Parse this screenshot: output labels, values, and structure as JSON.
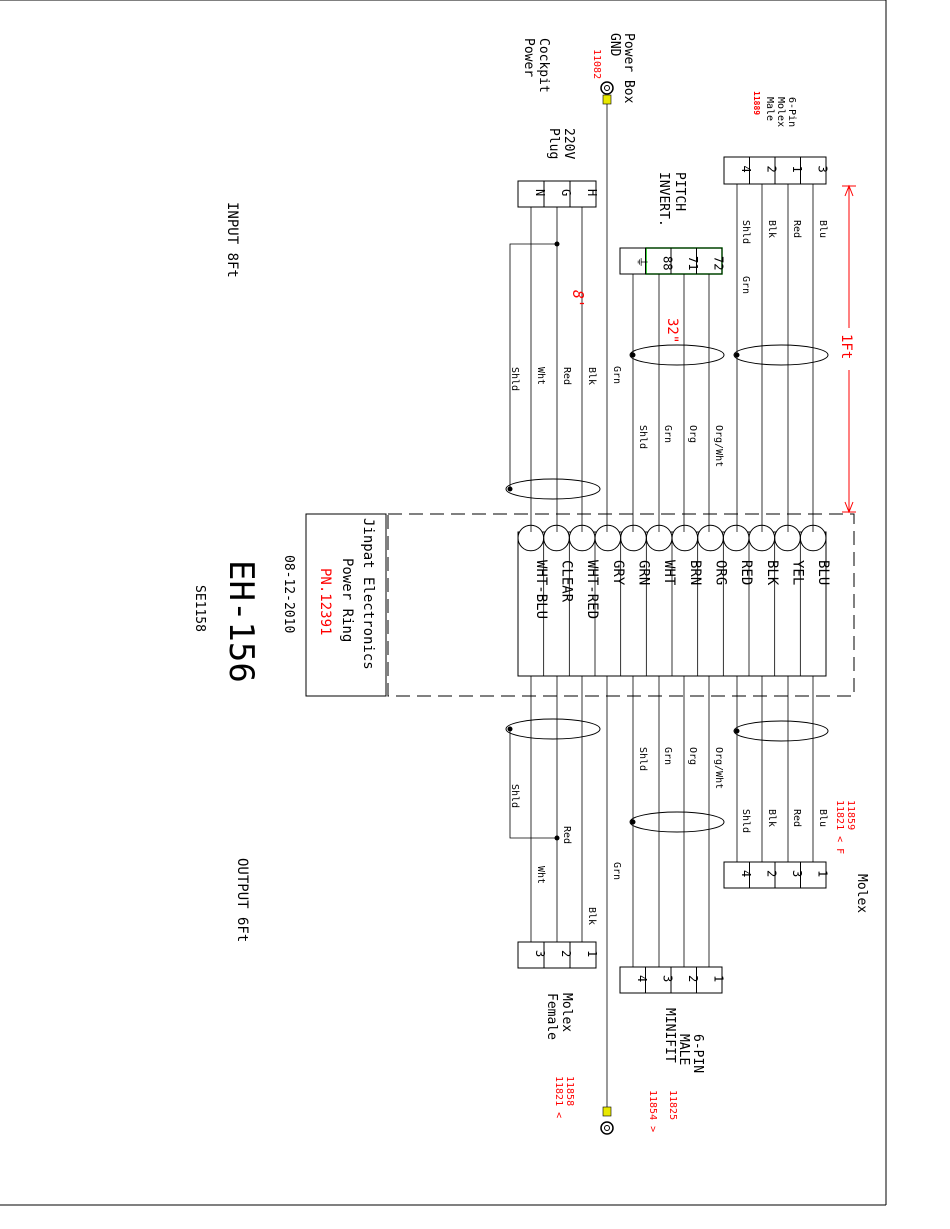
{
  "ring": {
    "brand": "Jinpat Electronics",
    "product": "Power Ring",
    "pn": "PN.12391",
    "model": "EH-156",
    "date": "08-12-2010",
    "drawing_no": "SE1158",
    "wire_colors": [
      "BLU",
      "YEL",
      "BLK",
      "RED",
      "ORG",
      "BRN",
      "WHT",
      "GRN",
      "GRY",
      "WHT-RED",
      "CLEAR",
      "WHT-BLU"
    ]
  },
  "labels": {
    "input_length": "INPUT 8Ft",
    "output_length": "OUTPUT 6Ft",
    "one_ft": "1Ft",
    "eight_in": "8'",
    "thirty_two": "32\""
  },
  "conn_6pin_male_top": {
    "title": [
      "6-Pin",
      "Molex",
      "Male"
    ],
    "part": "11889",
    "pins": [
      "3",
      "1",
      "2",
      "4"
    ]
  },
  "conn_pitch_invert": {
    "title": [
      "PITCH",
      "INVERT."
    ],
    "pins": [
      "72",
      "71",
      "88",
      "⏚"
    ]
  },
  "conn_220v": {
    "title": [
      "220V",
      "Plug"
    ],
    "pins": [
      "H",
      "G",
      "N"
    ]
  },
  "power_box": {
    "title": [
      "Power Box",
      "GND"
    ],
    "part": "11082"
  },
  "cockpit": {
    "title": [
      "Cockpit",
      "Power"
    ]
  },
  "conn_molex_f": {
    "title": "Molex",
    "parts": [
      "11859",
      "11821 < F"
    ],
    "pins": [
      "1",
      "3",
      "2",
      "4"
    ]
  },
  "conn_6pin_minifit": {
    "title": [
      "6-PIN",
      "MALE",
      "MINIFIT"
    ],
    "parts": [
      "11825",
      "11854 >"
    ],
    "pins": [
      "1",
      "2",
      "3",
      "4"
    ]
  },
  "conn_molex_female": {
    "title": [
      "Molex",
      "Female"
    ],
    "parts": [
      "11858",
      "11821 <"
    ],
    "pins": [
      "1",
      "2",
      "3"
    ]
  },
  "wires": {
    "blu": "Blu",
    "red": "Red",
    "blk": "Blk",
    "shld": "Shld",
    "grn": "Grn",
    "org": "Org",
    "org_wht": "Org/Wht",
    "wht": "Wht"
  },
  "colors": {
    "ink": "#000000",
    "red": "#ff0000",
    "green": "#00cc00",
    "lug": "#e8e800"
  }
}
